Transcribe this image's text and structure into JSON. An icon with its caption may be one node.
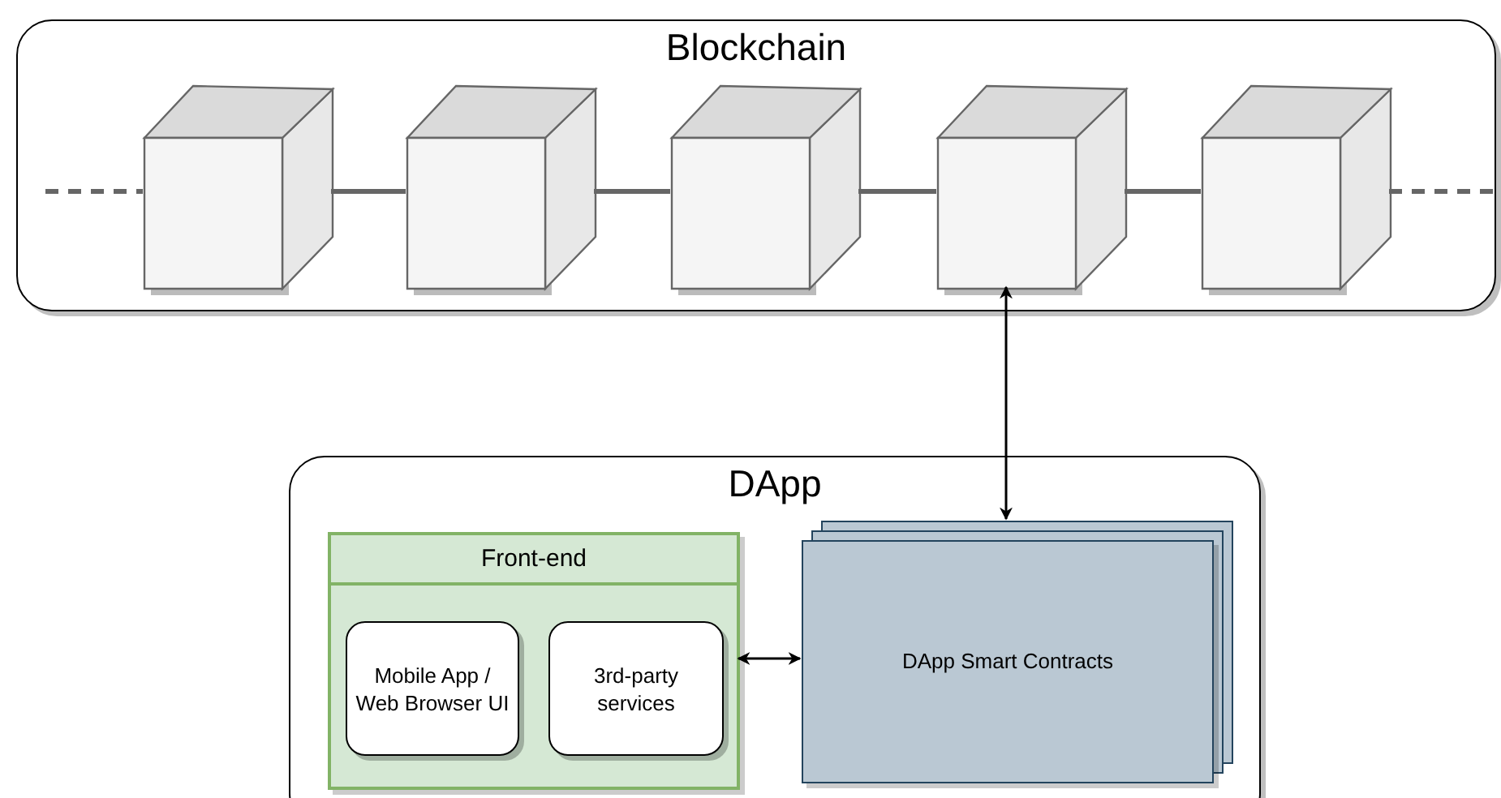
{
  "diagram": {
    "nodes": [
      {
        "text": [
          "Blockchain"
        ]
      },
      {
        "text": [],
        "shape": "cube",
        "in": 0
      },
      {
        "text": [],
        "shape": "cube",
        "in": 0
      },
      {
        "text": [],
        "shape": "cube",
        "in": 0
      },
      {
        "text": [],
        "shape": "cube",
        "in": 0
      },
      {
        "text": [],
        "shape": "cube",
        "in": 0
      },
      {
        "text": [
          "DApp"
        ]
      },
      {
        "text": [
          "Front-end"
        ],
        "in": 6
      },
      {
        "text": [
          "Mobile App / Web Browser UI"
        ],
        "in": 7
      },
      {
        "text": [
          "3rd-party services"
        ],
        "in": 7
      },
      {
        "text": [
          "DApp Smart Contracts"
        ],
        "in": 6
      }
    ],
    "edges": [
      {
        "from": null,
        "to": 1,
        "arrow": "none",
        "style": "dashed"
      },
      {
        "from": 1,
        "to": 2,
        "arrow": "none"
      },
      {
        "from": 2,
        "to": 3,
        "arrow": "none"
      },
      {
        "from": 3,
        "to": 4,
        "arrow": "none"
      },
      {
        "from": 4,
        "to": 5,
        "arrow": "none"
      },
      {
        "from": 5,
        "to": null,
        "arrow": "none",
        "style": "dashed"
      },
      {
        "from": 4,
        "to": 10,
        "arrow": "both",
        "color": "#000000"
      },
      {
        "from": 7,
        "to": 10,
        "arrow": "both",
        "color": "#000000"
      }
    ]
  }
}
